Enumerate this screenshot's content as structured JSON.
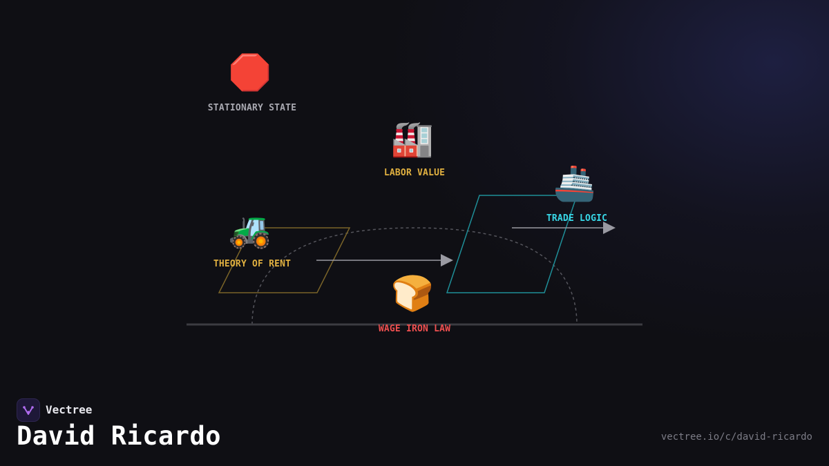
{
  "brand": {
    "name": "Vectree",
    "logo_icon": "vectree-logo-icon",
    "logo_color": "#b06cf0"
  },
  "page": {
    "title": "David Ricardo",
    "url": "vectree.io/c/david-ricardo"
  },
  "diagram": {
    "nodes": [
      {
        "id": "stationary-state",
        "label": "STATIONARY STATE",
        "icon": "stop-sign-icon",
        "glyph": "🛑",
        "color": "#a8a8b0"
      },
      {
        "id": "labor-value",
        "label": "LABOR VALUE",
        "icon": "factory-icon",
        "glyph": "🏭",
        "color": "#e0b040"
      },
      {
        "id": "trade-logic",
        "label": "TRADE LOGIC",
        "icon": "ship-icon",
        "glyph": "🚢",
        "color": "#38d8e8"
      },
      {
        "id": "theory-of-rent",
        "label": "THEORY OF RENT",
        "icon": "tractor-icon",
        "glyph": "🚜",
        "color": "#e0b040"
      },
      {
        "id": "wage-iron-law",
        "label": "WAGE IRON LAW",
        "icon": "bread-icon",
        "glyph": "🍞",
        "color": "#f05050"
      }
    ],
    "colors": {
      "rent_parallelogram": "#7a6428",
      "trade_parallelogram": "#1f8f98",
      "arrows": "#9a9aa2",
      "arc": "#55555c",
      "baseline": "#3c3c42"
    }
  }
}
